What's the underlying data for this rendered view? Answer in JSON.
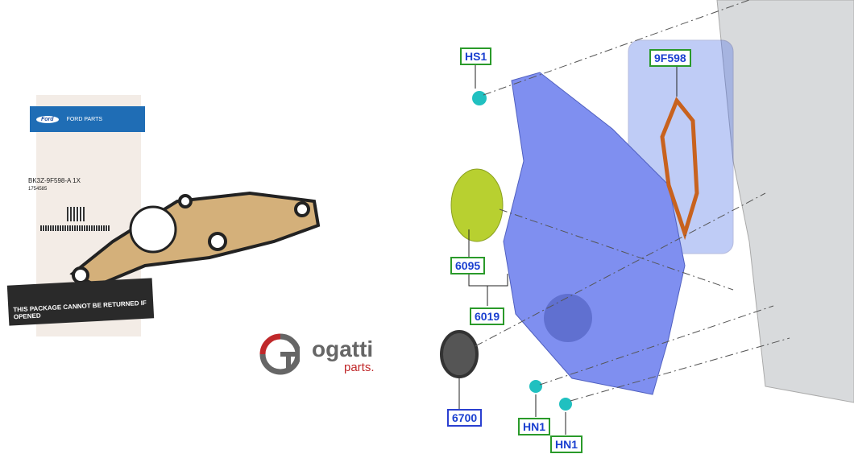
{
  "package": {
    "brand_logo": "Ford",
    "brand_text": "FORD PARTS",
    "part_number": "BK3Z-9F598-A  1X",
    "sub_number": "1754585",
    "warning": "THIS PACKAGE CANNOT BE RETURNED IF OPENED"
  },
  "logo": {
    "name": "ogatti",
    "sub": "parts."
  },
  "callouts": {
    "hs1": "HS1",
    "f598": "9F598",
    "p6095": "6095",
    "p6019": "6019",
    "p6700": "6700",
    "hn1a": "HN1",
    "hn1b": "HN1"
  },
  "colors": {
    "cover": "#7f8ff0",
    "highlight": "#4a6ee8",
    "gasket": "#c8621e",
    "seal": "#b8d030",
    "callout_green": "#2a9a2a",
    "callout_blue": "#2a3fd0",
    "logo_red": "#c0282a",
    "logo_gray": "#666666"
  }
}
